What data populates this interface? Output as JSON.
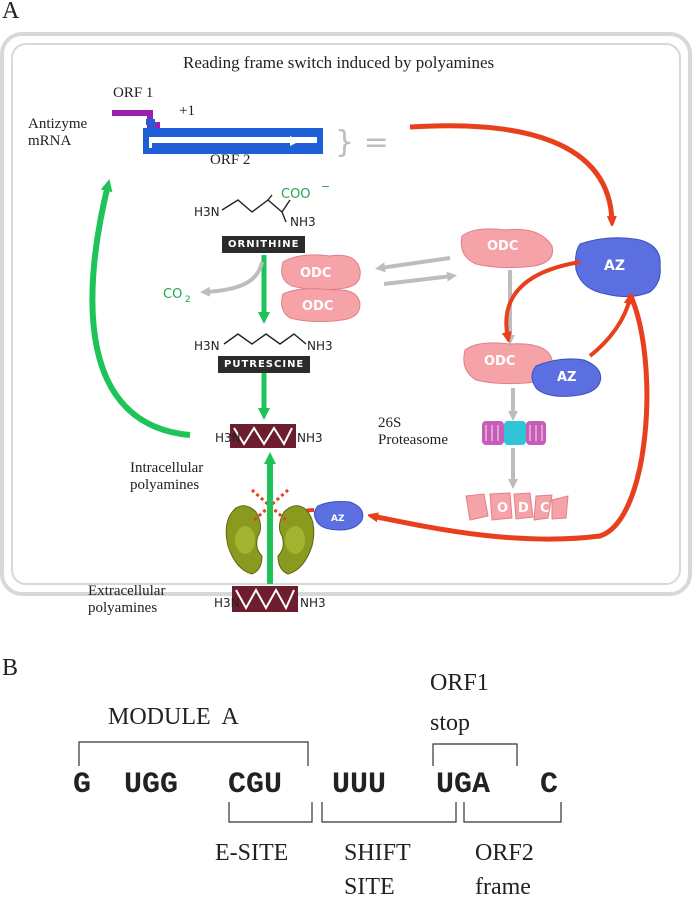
{
  "panel_a": {
    "letter": "A",
    "title": "Reading frame switch induced by polyamines",
    "orf1": "ORF 1",
    "orf2": "ORF 2",
    "plus_one": "+1",
    "antizyme_mrna": "Antizyme mRNA",
    "equals_bracket": "} =",
    "ornithine": "ORNITHINE",
    "putrescine": "PUTRESCINE",
    "co2": "CO",
    "co2_sub": "2",
    "coo": "COO",
    "odc": "ODC",
    "az": "AZ",
    "az_small": "AZ",
    "h3n": "H3N",
    "nh3": "NH3",
    "proteasome": "26S Proteasome",
    "intracellular": "Intracellular polyamines",
    "extracellular": "Extracellular polyamines",
    "odc_fragments": [
      "O",
      "D",
      "C"
    ],
    "colors": {
      "red_arrow": "#e8401c",
      "green_arrow": "#1ec45a",
      "orf1": "#9b1fb0",
      "orf2": "#1c5fd6",
      "odc": "#f6a3a8",
      "az": "#5b6fe0",
      "polyamine": "#6e1d2e"
    }
  },
  "panel_b": {
    "letter": "B",
    "module_a": "MODULE  A",
    "orf1_stop_line1": "ORF1",
    "orf1_stop_line2": "stop",
    "sequence": [
      "G",
      "UGG",
      "CGU",
      "UUU",
      "UGA",
      "C"
    ],
    "e_site": "E-SITE",
    "shift_site_line1": "SHIFT",
    "shift_site_line2": "SITE",
    "orf2_frame_line1": "ORF2",
    "orf2_frame_line2": "frame"
  }
}
